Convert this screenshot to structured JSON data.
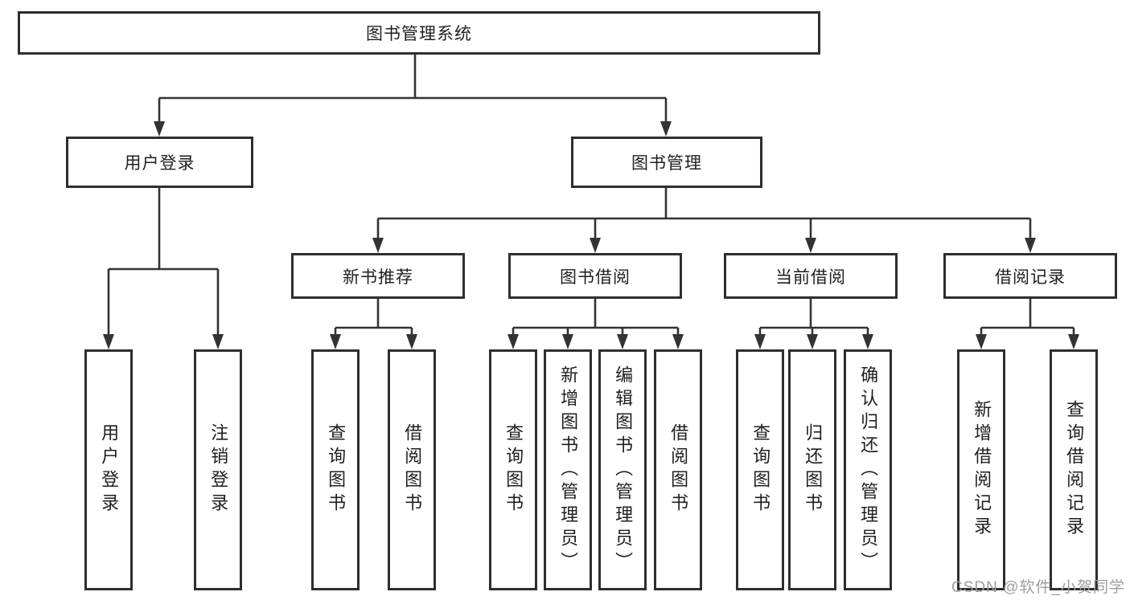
{
  "diagram": {
    "title": "图书管理系统",
    "root": {
      "label": "图书管理系统"
    },
    "level2": [
      {
        "label": "用户登录"
      },
      {
        "label": "图书管理"
      }
    ],
    "level3": [
      {
        "label": "新书推荐",
        "parent": "图书管理"
      },
      {
        "label": "图书借阅",
        "parent": "图书管理"
      },
      {
        "label": "当前借阅",
        "parent": "图书管理"
      },
      {
        "label": "借阅记录",
        "parent": "图书管理"
      }
    ],
    "leaves": [
      {
        "label": "用户登录",
        "parent": "用户登录"
      },
      {
        "label": "注销登录",
        "parent": "用户登录"
      },
      {
        "label": "查询图书",
        "parent": "新书推荐"
      },
      {
        "label": "借阅图书",
        "parent": "新书推荐"
      },
      {
        "label": "查询图书",
        "parent": "图书借阅"
      },
      {
        "label": "新增图书（管理员）",
        "parent": "图书借阅"
      },
      {
        "label": "编辑图书（管理员）",
        "parent": "图书借阅"
      },
      {
        "label": "借阅图书",
        "parent": "图书借阅"
      },
      {
        "label": "查询图书",
        "parent": "当前借阅"
      },
      {
        "label": "归还图书",
        "parent": "当前借阅"
      },
      {
        "label": "确认归还（管理员）",
        "parent": "当前借阅"
      },
      {
        "label": "新增借阅记录",
        "parent": "借阅记录"
      },
      {
        "label": "查询借阅记录",
        "parent": "借阅记录"
      }
    ]
  },
  "watermark": "CSDN @软件_小贺同学",
  "colors": {
    "line": "#333333",
    "box_border": "#2e2e2e",
    "box_fill": "#ffffff",
    "text": "#1f1f1f",
    "watermark": "#9d9d9d",
    "background": "#ffffff"
  }
}
